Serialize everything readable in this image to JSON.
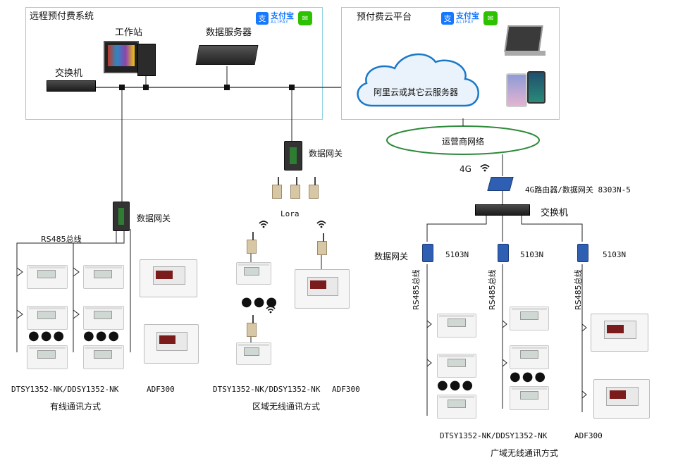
{
  "panels": {
    "left_title": "远程预付费系统",
    "right_title": "预付费云平台"
  },
  "payments": {
    "alipay_label": "支付宝",
    "alipay_sub": "ALIPAY"
  },
  "left_system": {
    "workstation": "工作站",
    "data_server": "数据服务器",
    "switch": "交换机"
  },
  "cloud": {
    "label": "阿里云或其它云服务器",
    "carrier_network": "运营商网络"
  },
  "wired": {
    "gateway": "数据网关",
    "bus": "RS485总线",
    "meter_model": "DTSY1352-NK/DDSY1352-NK",
    "adf_model": "ADF300",
    "title": "有线通讯方式"
  },
  "regional": {
    "gateway": "数据网关",
    "lora": "Lora",
    "meter_model": "DTSY1352-NK/DDSY1352-NK",
    "adf_model": "ADF300",
    "title": "区域无线通讯方式"
  },
  "wide": {
    "fourg": "4G",
    "router": "4G路由器/数据网关 8303N-5",
    "switch": "交换机",
    "gateway": "数据网关",
    "module_1": "5103N",
    "module_2": "5103N",
    "module_3": "5103N",
    "bus_1": "RS485总线",
    "bus_2": "RS485总线",
    "bus_3": "RS485总线",
    "meter_model": "DTSY1352-NK/DDSY1352-NK",
    "adf_model": "ADF300",
    "title": "广域无线通讯方式"
  },
  "icons": [
    "alipay-icon",
    "wechat-icon",
    "switch-icon",
    "workstation-icon",
    "server-icon",
    "laptop-icon",
    "tablet-icon",
    "gateway-icon",
    "router-icon",
    "wifi-icon",
    "meter-icon"
  ],
  "colors": {
    "panel_border": "#8fd3e0",
    "cloud_fill": "#1a78c8",
    "ellipse": "#2e8b3a",
    "wire": "#333333"
  }
}
